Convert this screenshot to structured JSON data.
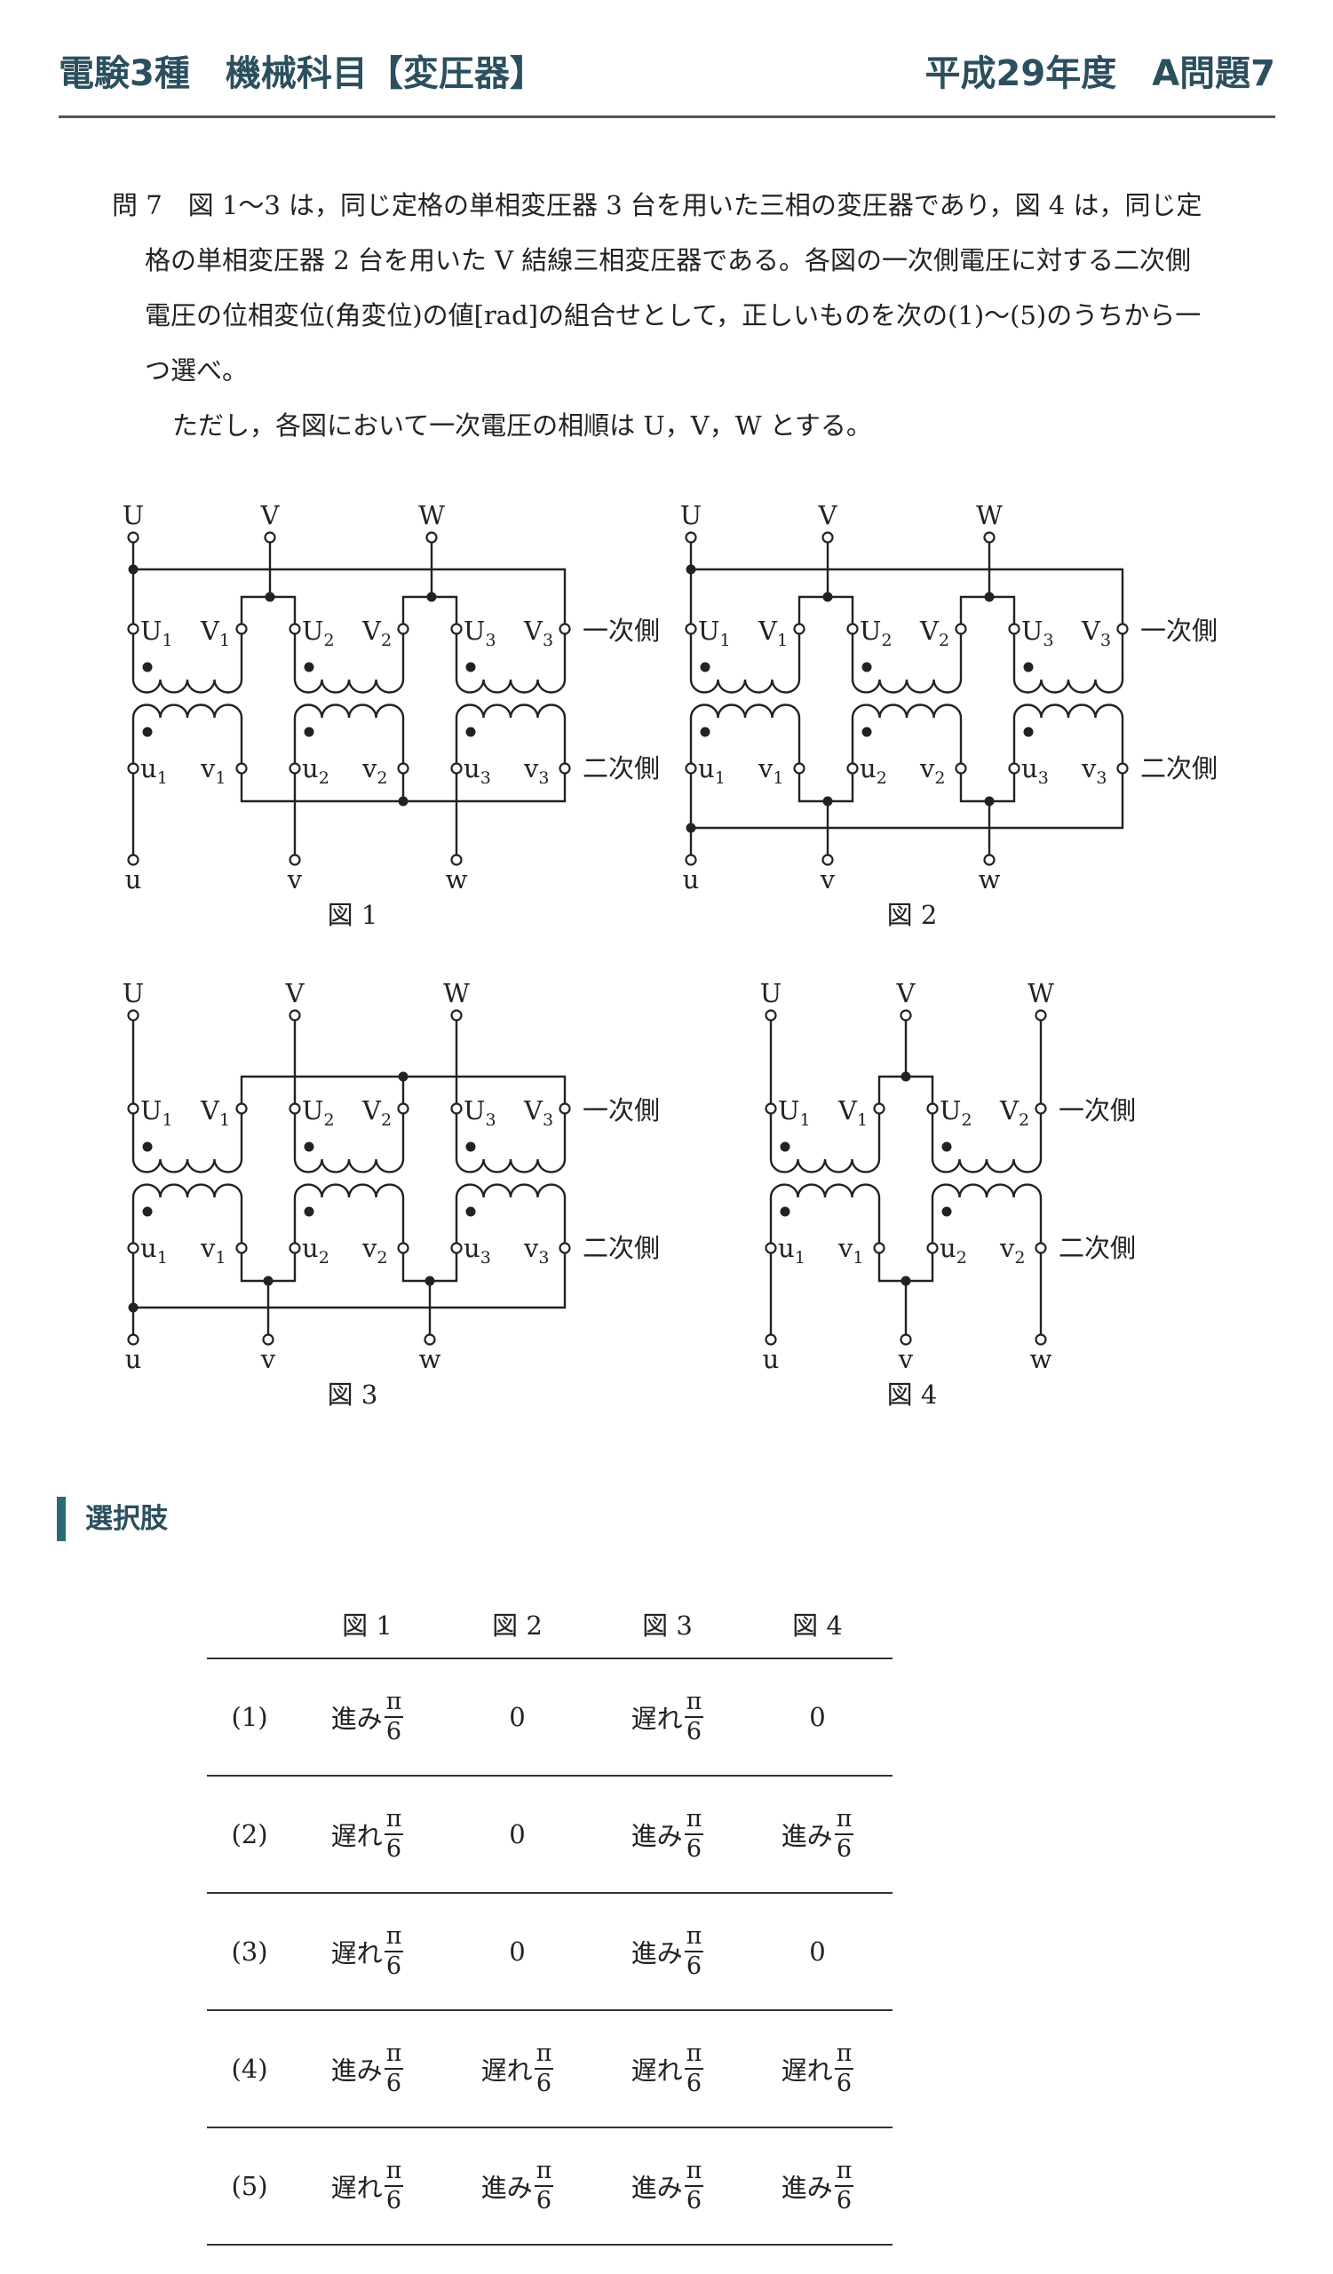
{
  "header": {
    "left": "電験3種　機械科目【変圧器】",
    "right": "平成29年度　A問題7"
  },
  "question": {
    "line1": "問 7　図 1〜3 は，同じ定格の単相変圧器 3 台を用いた三相の変圧器であり，図 4 は，同じ定格の単相変圧器 2 台を用いた V 結線三相変圧器である。各図の一次側電圧に対する二次側電圧の位相変位(角変位)の値[rad]の組合せとして，正しいものを次の(1)〜(5)のうちから一つ選べ。",
    "line2": "ただし，各図において一次電圧の相順は U，V，W とする。"
  },
  "figures": {
    "primary_side": "一次側",
    "secondary_side": "二次側",
    "line_labels_primary": [
      "U",
      "V",
      "W"
    ],
    "line_labels_secondary": [
      "u",
      "v",
      "w"
    ],
    "coil_primary": [
      [
        "U",
        "1"
      ],
      [
        "V",
        "1"
      ],
      [
        "U",
        "2"
      ],
      [
        "V",
        "2"
      ],
      [
        "U",
        "3"
      ],
      [
        "V",
        "3"
      ]
    ],
    "coil_secondary": [
      [
        "u",
        "1"
      ],
      [
        "v",
        "1"
      ],
      [
        "u",
        "2"
      ],
      [
        "v",
        "2"
      ],
      [
        "u",
        "3"
      ],
      [
        "v",
        "3"
      ]
    ],
    "captions": [
      "図 1",
      "図 2",
      "図 3",
      "図 4"
    ]
  },
  "choices": {
    "heading": "選択肢",
    "columns": [
      "図 1",
      "図 2",
      "図 3",
      "図 4"
    ],
    "pi_num": "π",
    "pi_den": "6",
    "rows": [
      {
        "label": "(1)",
        "cells": [
          {
            "t": "進み",
            "f": true
          },
          {
            "t": "0",
            "f": false
          },
          {
            "t": "遅れ",
            "f": true
          },
          {
            "t": "0",
            "f": false
          }
        ]
      },
      {
        "label": "(2)",
        "cells": [
          {
            "t": "遅れ",
            "f": true
          },
          {
            "t": "0",
            "f": false
          },
          {
            "t": "進み",
            "f": true
          },
          {
            "t": "進み",
            "f": true
          }
        ]
      },
      {
        "label": "(3)",
        "cells": [
          {
            "t": "遅れ",
            "f": true
          },
          {
            "t": "0",
            "f": false
          },
          {
            "t": "進み",
            "f": true
          },
          {
            "t": "0",
            "f": false
          }
        ]
      },
      {
        "label": "(4)",
        "cells": [
          {
            "t": "進み",
            "f": true
          },
          {
            "t": "遅れ",
            "f": true
          },
          {
            "t": "遅れ",
            "f": true
          },
          {
            "t": "遅れ",
            "f": true
          }
        ]
      },
      {
        "label": "(5)",
        "cells": [
          {
            "t": "遅れ",
            "f": true
          },
          {
            "t": "進み",
            "f": true
          },
          {
            "t": "進み",
            "f": true
          },
          {
            "t": "進み",
            "f": true
          }
        ]
      }
    ]
  }
}
